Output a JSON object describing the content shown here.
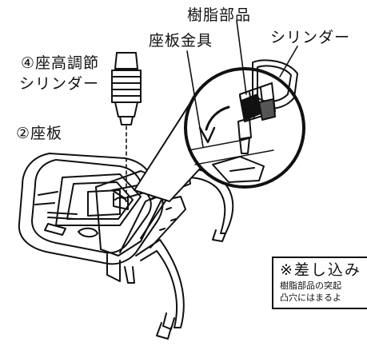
{
  "labels": {
    "resin_part": "樹脂部品",
    "cylinder": "シリンダー",
    "seat_plate_bracket": "座板金具",
    "seat_height_cylinder_line1": "④座高調節",
    "seat_height_cylinder_line2": "シリンダー",
    "seat_plate": "②座板"
  },
  "note": {
    "title": "※差し込み",
    "line1": "樹脂部品の突起",
    "line2": "凸穴にはまるよ"
  }
}
